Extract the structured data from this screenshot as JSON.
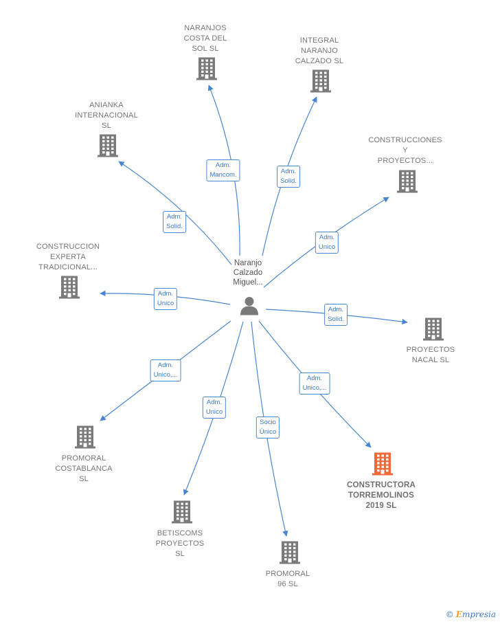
{
  "center": {
    "label": "Naranjo\nCalzado\nMiguel..."
  },
  "colors": {
    "edge": "#4a86d0",
    "building": "#7a7a7a",
    "highlight": "#f26a3b",
    "person": "#7a7a7a"
  },
  "companies": [
    {
      "id": "naranjos",
      "name": "NARANJOS\nCOSTA DEL\nSOL  SL",
      "icon": "building-icon",
      "highlight": false,
      "role": "Adm.\nMancom."
    },
    {
      "id": "integral",
      "name": "INTEGRAL\nNARANJO\nCALZADO  SL",
      "icon": "building-icon",
      "highlight": false,
      "role": "Adm.\nSolid."
    },
    {
      "id": "anianka",
      "name": "ANIANKA\nINTERNACIONAL\nSL",
      "icon": "building-icon",
      "highlight": false,
      "role": "Adm.\nSolid."
    },
    {
      "id": "construcciones",
      "name": "CONSTRUCCIONES\nY\nPROYECTOS...",
      "icon": "building-icon",
      "highlight": false,
      "role": "Adm.\nUnico"
    },
    {
      "id": "experta",
      "name": "CONSTRUCCION\nEXPERTA\nTRADICIONAL...",
      "icon": "building-icon",
      "highlight": false,
      "role": "Adm.\nUnico"
    },
    {
      "id": "nacal",
      "name": "PROYECTOS\nNACAL  SL",
      "icon": "building-icon",
      "highlight": false,
      "role": "Adm.\nSolid."
    },
    {
      "id": "costablanca",
      "name": "PROMORAL\nCOSTABLANCA\nSL",
      "icon": "building-icon",
      "highlight": false,
      "role": "Adm.\nUnico,..."
    },
    {
      "id": "torremolinos",
      "name": "CONSTRUCTORA\nTORREMOLINOS\n2019  SL",
      "icon": "building-icon",
      "highlight": true,
      "role": "Adm.\nUnico,..."
    },
    {
      "id": "betiscoms",
      "name": "BETISCOMS\nPROYECTOS\nSL",
      "icon": "building-icon",
      "highlight": false,
      "role": "Adm.\nUnico"
    },
    {
      "id": "promoral96",
      "name": "PROMORAL\n96 SL",
      "icon": "building-icon",
      "highlight": false,
      "role": "Socio\nÚnico"
    }
  ],
  "footer": {
    "copyright": "©",
    "brand_initial": "E",
    "brand_rest": "mpresia"
  }
}
